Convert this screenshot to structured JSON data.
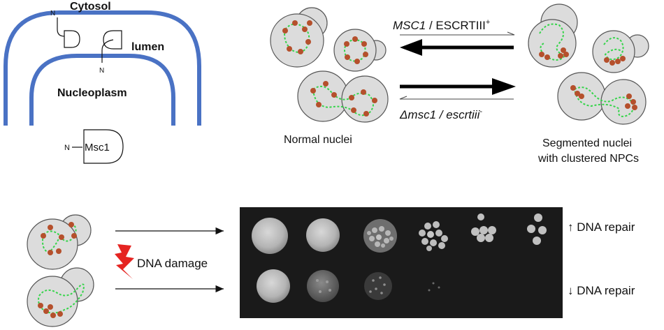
{
  "membrane": {
    "cytosol": "Cytosol",
    "lumen": "lumen",
    "nucleoplasm": "Nucleoplasm",
    "n_terminus": "N",
    "protein": "Msc1"
  },
  "transition": {
    "forward_top_italic": "MSC1",
    "forward_top_rest": " / ESCRTIII",
    "forward_top_sup": "+",
    "reverse_bottom_italic": "Δmsc1 / escrtiii",
    "reverse_bottom_sup": "-",
    "left_caption": "Normal nuclei",
    "right_caption_line1": "Segmented nuclei",
    "right_caption_line2": "with clustered NPCs"
  },
  "assay": {
    "damage_label": "DNA damage",
    "top_row_label": "↑ DNA repair",
    "bottom_row_label": "↓ DNA repair"
  },
  "colors": {
    "membrane": "#4a72c4",
    "npc": "#b5502c",
    "chromatin": "#35d44a",
    "cell": "#dcdcdc",
    "plate": "#1a1a1a",
    "lightning": "#e52421"
  },
  "icons": {
    "damage": "lightning-bolt-icon"
  }
}
